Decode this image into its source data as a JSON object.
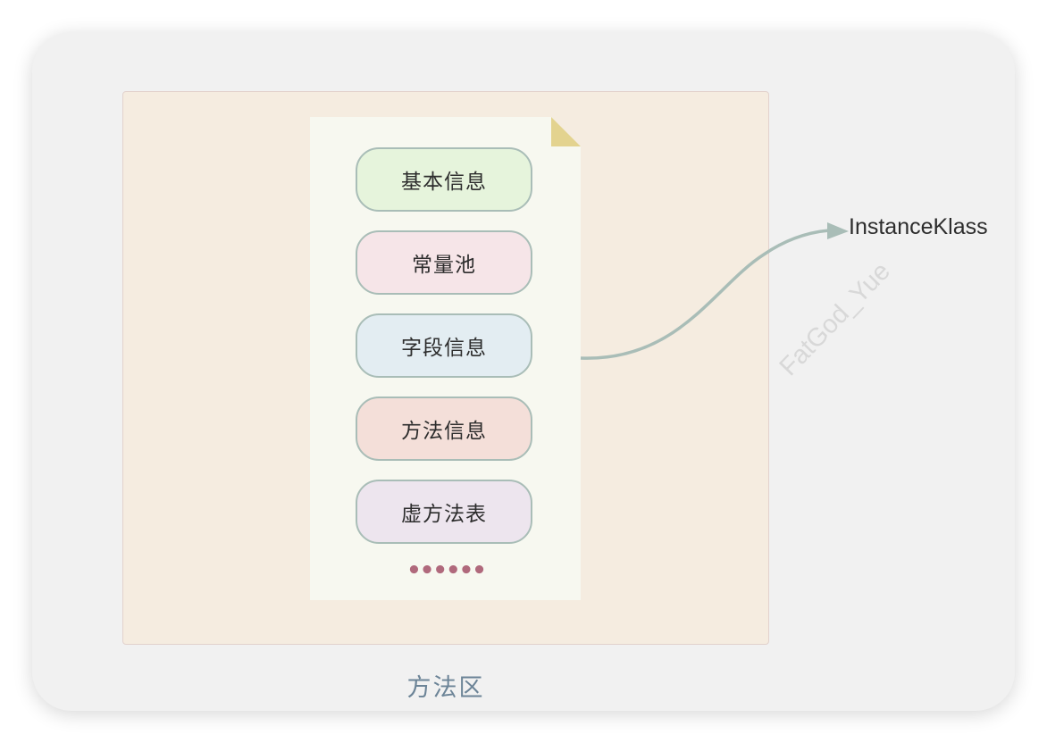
{
  "diagram": {
    "region_label": "方法区",
    "items": [
      {
        "label": "基本信息",
        "fill": "#e6f4dc"
      },
      {
        "label": "常量池",
        "fill": "#f6e5e8"
      },
      {
        "label": "字段信息",
        "fill": "#e3edf2"
      },
      {
        "label": "方法信息",
        "fill": "#f4dfd9"
      },
      {
        "label": "虚方法表",
        "fill": "#ede5ee"
      }
    ],
    "ellipsis": "••••••",
    "target_label": "InstanceKlass",
    "watermark": "FatGod_Yue"
  },
  "colors": {
    "card_bg": "#f1f1f1",
    "region_bg": "#f5ece0",
    "document_bg": "#f7f8f0",
    "document_fold": "#e3d38f",
    "pill_border": "#a9bdb7",
    "arrow": "#a9bdb7",
    "region_label": "#6c8497",
    "ellipsis": "#b0697c"
  }
}
